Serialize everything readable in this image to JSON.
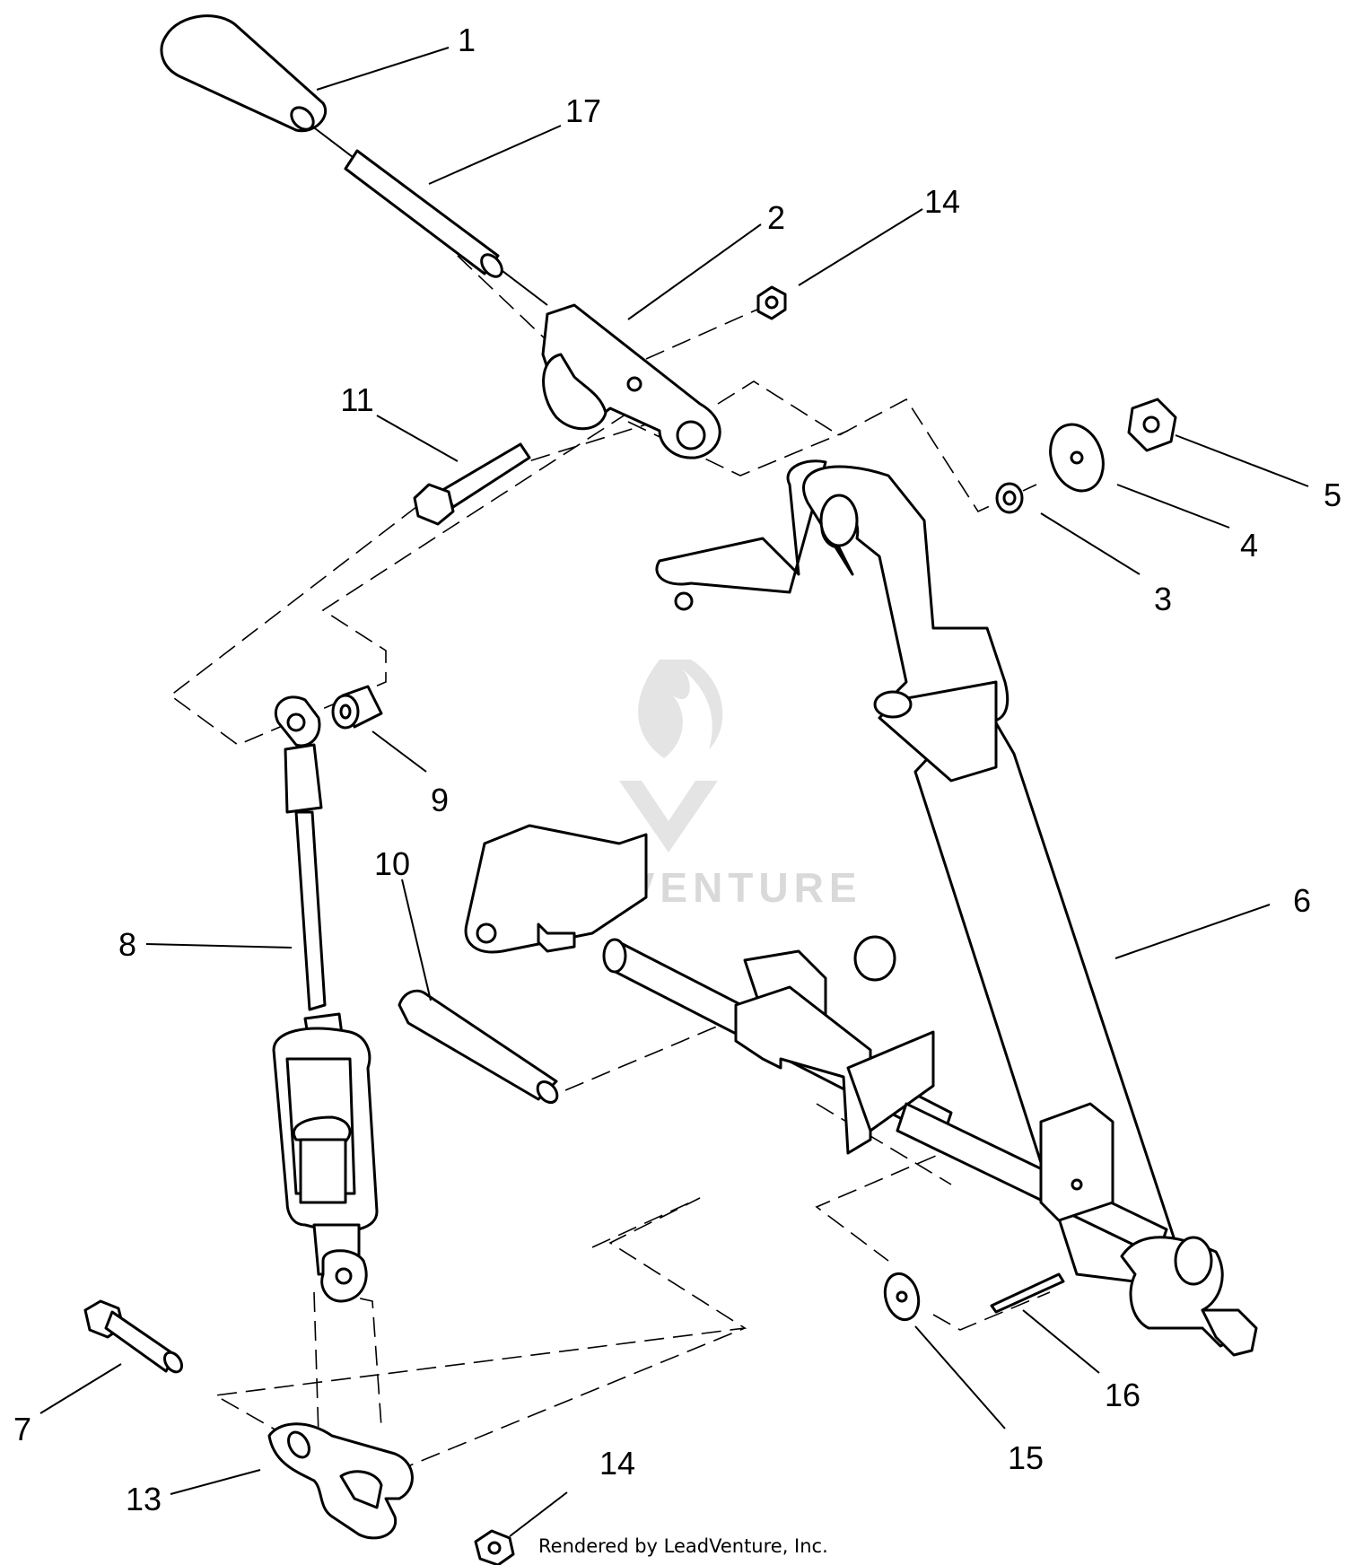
{
  "callouts": [
    {
      "id": "1",
      "label": "1"
    },
    {
      "id": "17",
      "label": "17"
    },
    {
      "id": "2",
      "label": "2"
    },
    {
      "id": "14a",
      "label": "14"
    },
    {
      "id": "11",
      "label": "11"
    },
    {
      "id": "5",
      "label": "5"
    },
    {
      "id": "4",
      "label": "4"
    },
    {
      "id": "3",
      "label": "3"
    },
    {
      "id": "9",
      "label": "9"
    },
    {
      "id": "10",
      "label": "10"
    },
    {
      "id": "6",
      "label": "6"
    },
    {
      "id": "8",
      "label": "8"
    },
    {
      "id": "16",
      "label": "16"
    },
    {
      "id": "15",
      "label": "15"
    },
    {
      "id": "7",
      "label": "7"
    },
    {
      "id": "13",
      "label": "13"
    },
    {
      "id": "14b",
      "label": "14"
    }
  ],
  "watermark": "LEADVENTURE",
  "credit": "Rendered by LeadVenture, Inc."
}
